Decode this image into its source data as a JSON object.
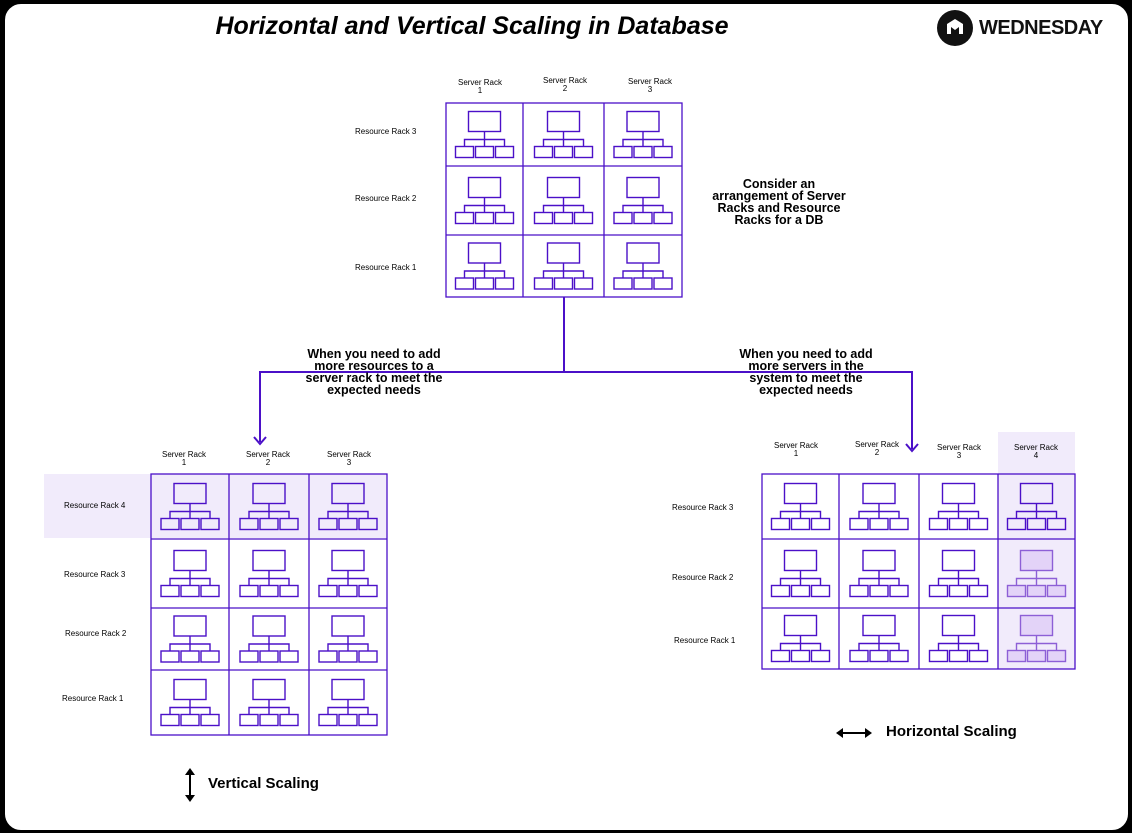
{
  "title": "Horizontal and Vertical Scaling in Database",
  "brand": {
    "name": "WEDNESDAY",
    "logo_icon": "w-logo-icon"
  },
  "colors": {
    "accent": "#4b10c8",
    "highlight": "#f1ebfb",
    "node_fill": "#e3d3f8"
  },
  "top_grid": {
    "server_racks": [
      "Server Rack 1",
      "Server Rack 2",
      "Server Rack 3"
    ],
    "resource_racks": [
      "Resource Rack 3",
      "Resource Rack 2",
      "Resource Rack 1"
    ]
  },
  "description": "Consider an arrangement of Server Racks and Resource Racks for a DB",
  "branch_left_text": "When you need to add more resources to a server rack to meet the expected needs",
  "branch_right_text": "When you need to add more servers in the system to meet the expected needs",
  "vertical_grid": {
    "server_racks": [
      "Server Rack 1",
      "Server Rack 2",
      "Server Rack 3"
    ],
    "resource_racks": [
      "Resource Rack 4",
      "Resource Rack 3",
      "Resource Rack 2",
      "Resource Rack 1"
    ],
    "added": "Resource Rack 4"
  },
  "horizontal_grid": {
    "server_racks": [
      "Server Rack 1",
      "Server Rack 2",
      "Server Rack 3",
      "Server Rack 4"
    ],
    "resource_racks": [
      "Resource Rack 3",
      "Resource Rack 2",
      "Resource Rack 1"
    ],
    "added": "Server Rack 4"
  },
  "legend": {
    "vertical": {
      "label": "Vertical Scaling",
      "icon": "vertical-double-arrow-icon"
    },
    "horizontal": {
      "label": "Horizontal Scaling",
      "icon": "horizontal-double-arrow-icon"
    }
  }
}
